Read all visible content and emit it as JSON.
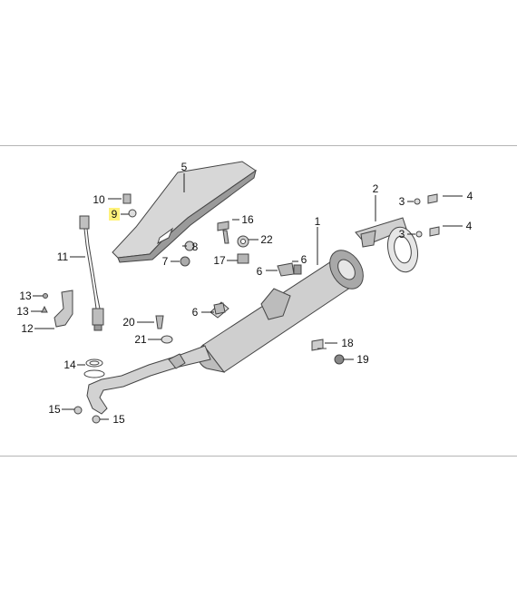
{
  "callouts": {
    "c1": "1",
    "c2": "2",
    "c3a": "3",
    "c3b": "3",
    "c4a": "4",
    "c4b": "4",
    "c5": "5",
    "c6a": "6",
    "c6b": "6",
    "c7": "7",
    "c8": "8",
    "c9": "9",
    "c10": "10",
    "c11": "11",
    "c12": "12",
    "c13a": "13",
    "c13b": "13",
    "c14": "14",
    "c15a": "15",
    "c15b": "15",
    "c16": "16",
    "c17": "17",
    "c18": "18",
    "c19": "19",
    "c20": "20",
    "c21": "21",
    "c22": "22"
  },
  "highlighted_callout": "9",
  "colors": {
    "highlight": "#fff27a",
    "part_fill": "#d7d7d7",
    "part_dark": "#9a9a9a",
    "stroke": "#444444",
    "frame": "#b5b5b5"
  }
}
